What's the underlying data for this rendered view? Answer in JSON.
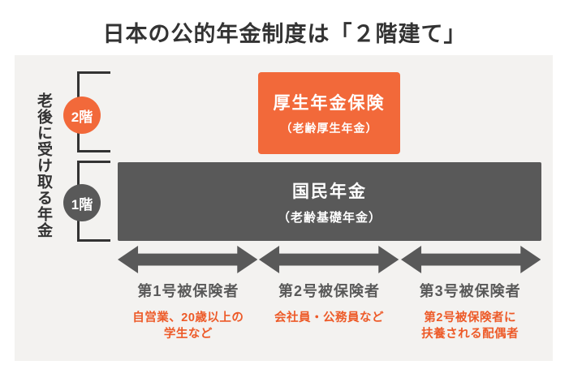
{
  "page": {
    "title": "日本の公的年金制度は「２階建て」"
  },
  "colors": {
    "accent_orange": "#F2693A",
    "orange_text": "#ED5A28",
    "dark_gray": "#595959",
    "ink": "#333333",
    "panel_bg": "#F3F2F0"
  },
  "diagram": {
    "side_label": "老後に受け取る年金",
    "floor2": {
      "badge": "2階",
      "box_title": "厚生年金保険",
      "box_subtitle": "（老齢厚生年金）"
    },
    "floor1": {
      "badge": "1階",
      "box_title": "国民年金",
      "box_subtitle": "（老齢基礎年金）"
    },
    "categories": [
      {
        "label": "第1号被保険者",
        "description": "自営業、20歳以上の\n学生など"
      },
      {
        "label": "第2号被保険者",
        "description": "会社員・公務員など"
      },
      {
        "label": "第3号被保険者",
        "description": "第2号被保険者に\n扶養される配偶者"
      }
    ]
  }
}
